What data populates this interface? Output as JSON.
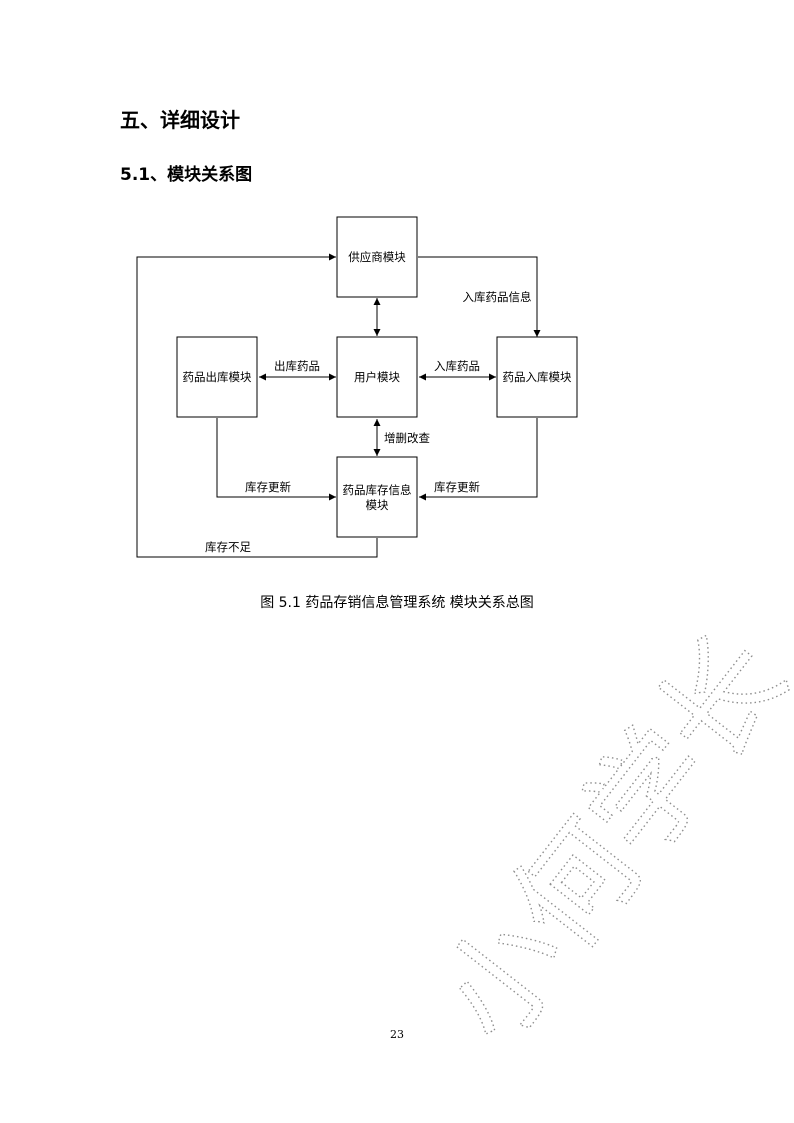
{
  "document": {
    "heading": "五、详细设计",
    "subheading": "5.1、模块关系图",
    "caption": "图 5.1 药品存销信息管理系统  模块关系总图",
    "page_number": "23"
  },
  "diagram": {
    "nodes": {
      "supplier": "供应商模块",
      "user": "用户模块",
      "outbound": "药品出库模块",
      "inbound": "药品入库模块",
      "inventory_line1": "药品库存信息",
      "inventory_line2": "模块"
    },
    "edges": {
      "supplier_to_inbound": "入库药品信息",
      "outbound_user": "出库药品",
      "user_inbound": "入库药品",
      "user_inventory": "增删改查",
      "outbound_to_inventory": "库存更新",
      "inbound_to_inventory": "库存更新",
      "inventory_to_supplier": "库存不足"
    }
  },
  "watermark": {
    "text": "小何学长"
  }
}
